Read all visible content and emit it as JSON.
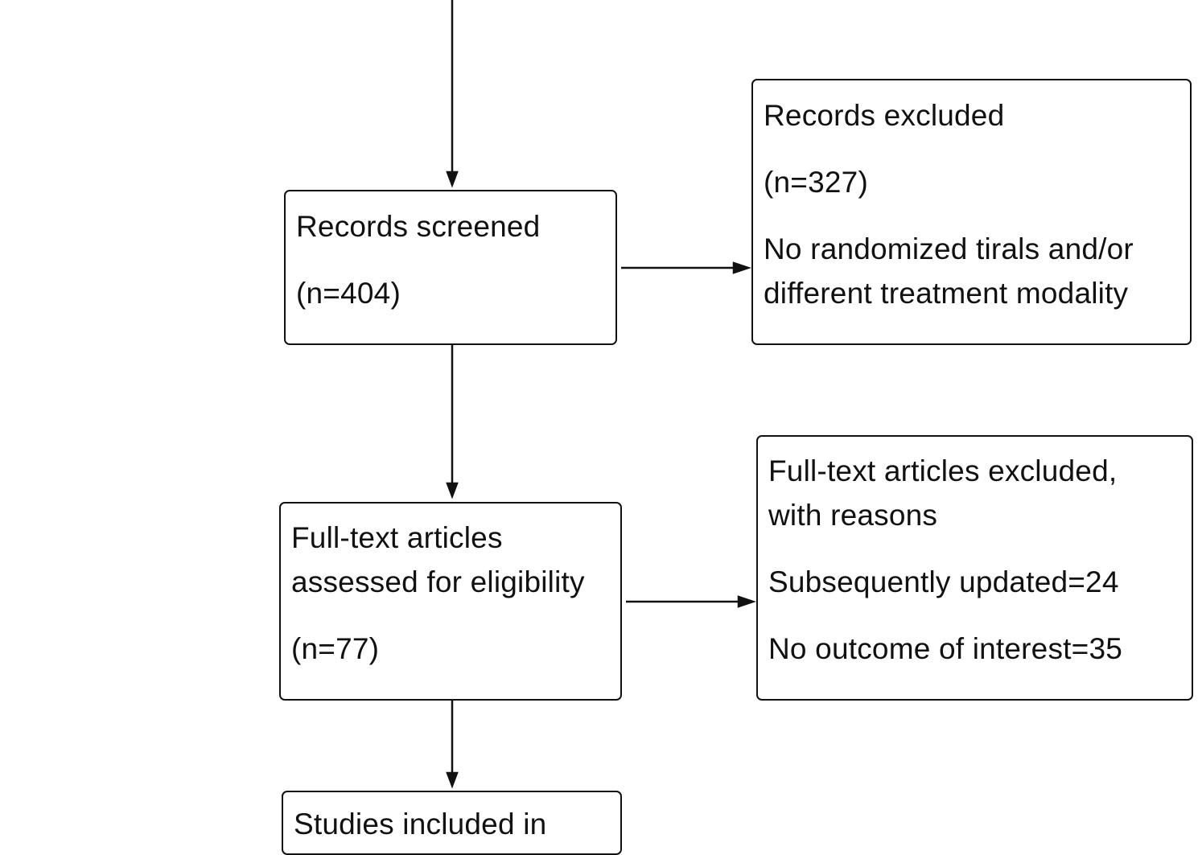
{
  "screened": {
    "label": "Records screened",
    "count": "(n=404)"
  },
  "excluded": {
    "label": "Records excluded",
    "count": "(n=327)",
    "reason_line1": "No randomized tirals and/or",
    "reason_line2": "different treatment modality"
  },
  "fulltext": {
    "line1": "Full-text articles",
    "line2": "assessed for eligibility",
    "count": "(n=77)"
  },
  "fulltext_excluded": {
    "line1": "Full-text articles excluded,",
    "line2": "with reasons",
    "reason1": "Subsequently updated=24",
    "reason2": "No outcome of interest=35"
  },
  "included": {
    "label": "Studies included in"
  }
}
